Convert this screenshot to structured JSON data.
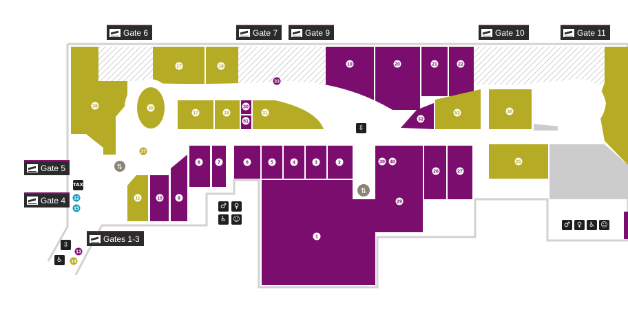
{
  "colors": {
    "purple": "#7b0d6e",
    "olive": "#b5ab25",
    "hatch_gray": "#cfcfcf",
    "gray": "#cccccc",
    "corridor": "#ffffff",
    "outline": "#cfcfcf",
    "teal": "#1a9bbf",
    "dark": "#2b2b2b"
  },
  "gates": [
    {
      "id": "gate-6",
      "label": "Gate 6"
    },
    {
      "id": "gate-7",
      "label": "Gate 7"
    },
    {
      "id": "gate-9",
      "label": "Gate 9"
    },
    {
      "id": "gate-10",
      "label": "Gate 10"
    },
    {
      "id": "gate-11",
      "label": "Gate 11"
    },
    {
      "id": "gate-5",
      "label": "Gate 5"
    },
    {
      "id": "gate-4",
      "label": "Gate 4"
    },
    {
      "id": "gates-1-3",
      "label": "Gates 1-3"
    }
  ],
  "units": [
    {
      "n": "1",
      "c": "purple"
    },
    {
      "n": "2",
      "c": "purple"
    },
    {
      "n": "3",
      "c": "purple"
    },
    {
      "n": "4",
      "c": "purple"
    },
    {
      "n": "5",
      "c": "purple"
    },
    {
      "n": "6",
      "c": "purple"
    },
    {
      "n": "7",
      "c": "purple"
    },
    {
      "n": "8",
      "c": "purple"
    },
    {
      "n": "9",
      "c": "purple"
    },
    {
      "n": "10",
      "c": "purple"
    },
    {
      "n": "11",
      "c": "olive"
    },
    {
      "n": "12",
      "c": "teal"
    },
    {
      "n": "13",
      "c": "purple"
    },
    {
      "n": "14",
      "c": "olive"
    },
    {
      "n": "15",
      "c": "teal"
    },
    {
      "n": "17",
      "c": "olive"
    },
    {
      "n": "17",
      "c": "olive"
    },
    {
      "n": "18",
      "c": "olive"
    },
    {
      "n": "18",
      "c": "olive"
    },
    {
      "n": "19",
      "c": "purple"
    },
    {
      "n": "20",
      "c": "purple"
    },
    {
      "n": "21",
      "c": "purple"
    },
    {
      "n": "22",
      "c": "purple"
    },
    {
      "n": "25",
      "c": "olive"
    },
    {
      "n": "27",
      "c": "purple"
    },
    {
      "n": "28",
      "c": "purple"
    },
    {
      "n": "29",
      "c": "purple"
    },
    {
      "n": "30",
      "c": "olive"
    },
    {
      "n": "30",
      "c": "purple"
    },
    {
      "n": "31",
      "c": "olive"
    },
    {
      "n": "32",
      "c": "purple"
    },
    {
      "n": "33",
      "c": "purple"
    },
    {
      "n": "36",
      "c": "olive"
    },
    {
      "n": "37",
      "c": "olive"
    },
    {
      "n": "38",
      "c": "olive"
    },
    {
      "n": "39",
      "c": "purple"
    },
    {
      "n": "40",
      "c": "purple"
    },
    {
      "n": "51",
      "c": "purple"
    },
    {
      "n": "52",
      "c": "olive"
    }
  ],
  "icons": {
    "tax": "TAX",
    "toilets": [
      "male-toilet-icon",
      "female-toilet-icon",
      "accessible-toilet-icon",
      "baby-change-icon"
    ],
    "elevator": "elevator-icon",
    "escalator": "escalator-icon",
    "lift_arrows": "lift-arrows-icon"
  }
}
